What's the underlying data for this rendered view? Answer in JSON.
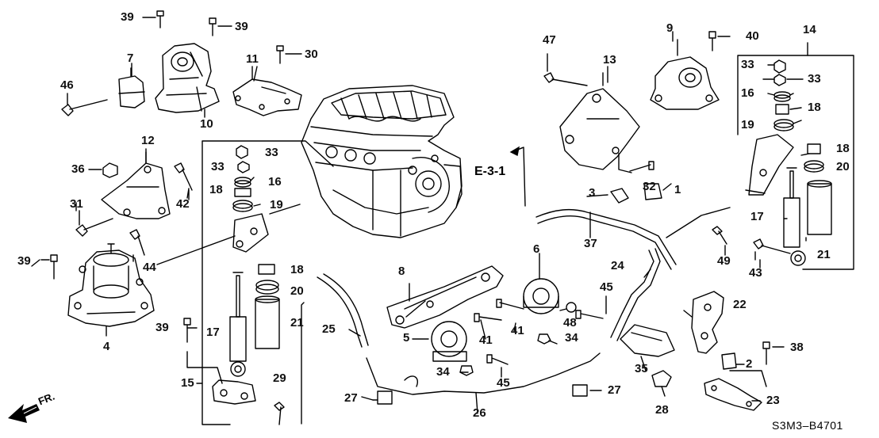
{
  "diagram": {
    "code": "S3M3–B4701",
    "reference": "E-3-1",
    "direction_label": "FR.",
    "callouts": [
      {
        "id": "c1",
        "text": "39"
      },
      {
        "id": "c2",
        "text": "39"
      },
      {
        "id": "c3",
        "text": "7"
      },
      {
        "id": "c4",
        "text": "11"
      },
      {
        "id": "c5",
        "text": "30"
      },
      {
        "id": "c6",
        "text": "46"
      },
      {
        "id": "c7",
        "text": "10"
      },
      {
        "id": "c8",
        "text": "12"
      },
      {
        "id": "c9",
        "text": "36"
      },
      {
        "id": "c10",
        "text": "42"
      },
      {
        "id": "c11",
        "text": "31"
      },
      {
        "id": "c12",
        "text": "44"
      },
      {
        "id": "c13",
        "text": "39"
      },
      {
        "id": "c14",
        "text": "4"
      },
      {
        "id": "c15",
        "text": "33"
      },
      {
        "id": "c16",
        "text": "33"
      },
      {
        "id": "c17",
        "text": "16"
      },
      {
        "id": "c18",
        "text": "18"
      },
      {
        "id": "c19",
        "text": "19"
      },
      {
        "id": "c20",
        "text": "18"
      },
      {
        "id": "c21",
        "text": "20"
      },
      {
        "id": "c22",
        "text": "21"
      },
      {
        "id": "c23",
        "text": "17"
      },
      {
        "id": "c24",
        "text": "39"
      },
      {
        "id": "c25",
        "text": "15"
      },
      {
        "id": "c26",
        "text": "29"
      },
      {
        "id": "c27",
        "text": "25"
      },
      {
        "id": "c28",
        "text": "27"
      },
      {
        "id": "c29",
        "text": "26"
      },
      {
        "id": "c30",
        "text": "8"
      },
      {
        "id": "c31",
        "text": "5"
      },
      {
        "id": "c32",
        "text": "34"
      },
      {
        "id": "c33",
        "text": "45"
      },
      {
        "id": "c34",
        "text": "41"
      },
      {
        "id": "c35",
        "text": "41"
      },
      {
        "id": "c36",
        "text": "6"
      },
      {
        "id": "c37",
        "text": "48"
      },
      {
        "id": "c38",
        "text": "34"
      },
      {
        "id": "c39",
        "text": "45"
      },
      {
        "id": "c40",
        "text": "47"
      },
      {
        "id": "c41",
        "text": "13"
      },
      {
        "id": "c42",
        "text": "9"
      },
      {
        "id": "c43",
        "text": "40"
      },
      {
        "id": "c44",
        "text": "32"
      },
      {
        "id": "c45",
        "text": "3"
      },
      {
        "id": "c46",
        "text": "1"
      },
      {
        "id": "c47",
        "text": "37"
      },
      {
        "id": "c48",
        "text": "24"
      },
      {
        "id": "c49",
        "text": "22"
      },
      {
        "id": "c50",
        "text": "35"
      },
      {
        "id": "c51",
        "text": "2"
      },
      {
        "id": "c52",
        "text": "38"
      },
      {
        "id": "c53",
        "text": "27"
      },
      {
        "id": "c54",
        "text": "28"
      },
      {
        "id": "c55",
        "text": "23"
      },
      {
        "id": "c56",
        "text": "14"
      },
      {
        "id": "c57",
        "text": "33"
      },
      {
        "id": "c58",
        "text": "33"
      },
      {
        "id": "c59",
        "text": "16"
      },
      {
        "id": "c60",
        "text": "18"
      },
      {
        "id": "c61",
        "text": "19"
      },
      {
        "id": "c62",
        "text": "18"
      },
      {
        "id": "c63",
        "text": "20"
      },
      {
        "id": "c64",
        "text": "17"
      },
      {
        "id": "c65",
        "text": "49"
      },
      {
        "id": "c66",
        "text": "43"
      },
      {
        "id": "c67",
        "text": "21"
      }
    ]
  }
}
